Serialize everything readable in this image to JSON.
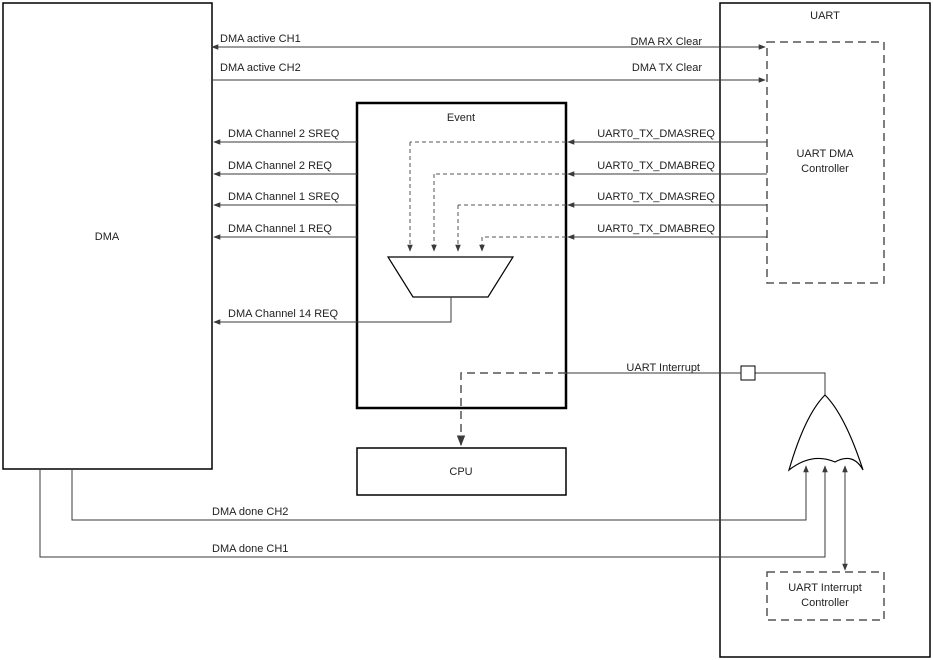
{
  "blocks": {
    "dma": "DMA",
    "uart": "UART",
    "event": "Event",
    "cpu": "CPU",
    "uart_dma_controller": [
      "UART DMA",
      "Controller"
    ],
    "uart_interrupt_controller": [
      "UART Interrupt",
      "Controller"
    ]
  },
  "signals": {
    "dma_active_ch1": "DMA active CH1",
    "dma_active_ch2": "DMA active CH2",
    "dma_rx_clear": "DMA RX Clear",
    "dma_tx_clear": "DMA TX Clear",
    "ch2_sreq": "DMA Channel 2 SREQ",
    "ch2_req": "DMA Channel 2 REQ",
    "ch1_sreq": "DMA Channel 1 SREQ",
    "ch1_req": "DMA Channel 1 REQ",
    "ch14_req": "DMA Channel 14 REQ",
    "uart_src_1": "UART0_TX_DMASREQ",
    "uart_src_2": "UART0_TX_DMABREQ",
    "uart_src_3": "UART0_TX_DMASREQ",
    "uart_src_4": "UART0_TX_DMABREQ",
    "uart_interrupt": "UART Interrupt",
    "dma_done_ch2": "DMA done CH2",
    "dma_done_ch1": "DMA done CH1"
  },
  "colors": {
    "line": "#3a3a3a",
    "dashed": "#555555",
    "box": "#000000"
  }
}
